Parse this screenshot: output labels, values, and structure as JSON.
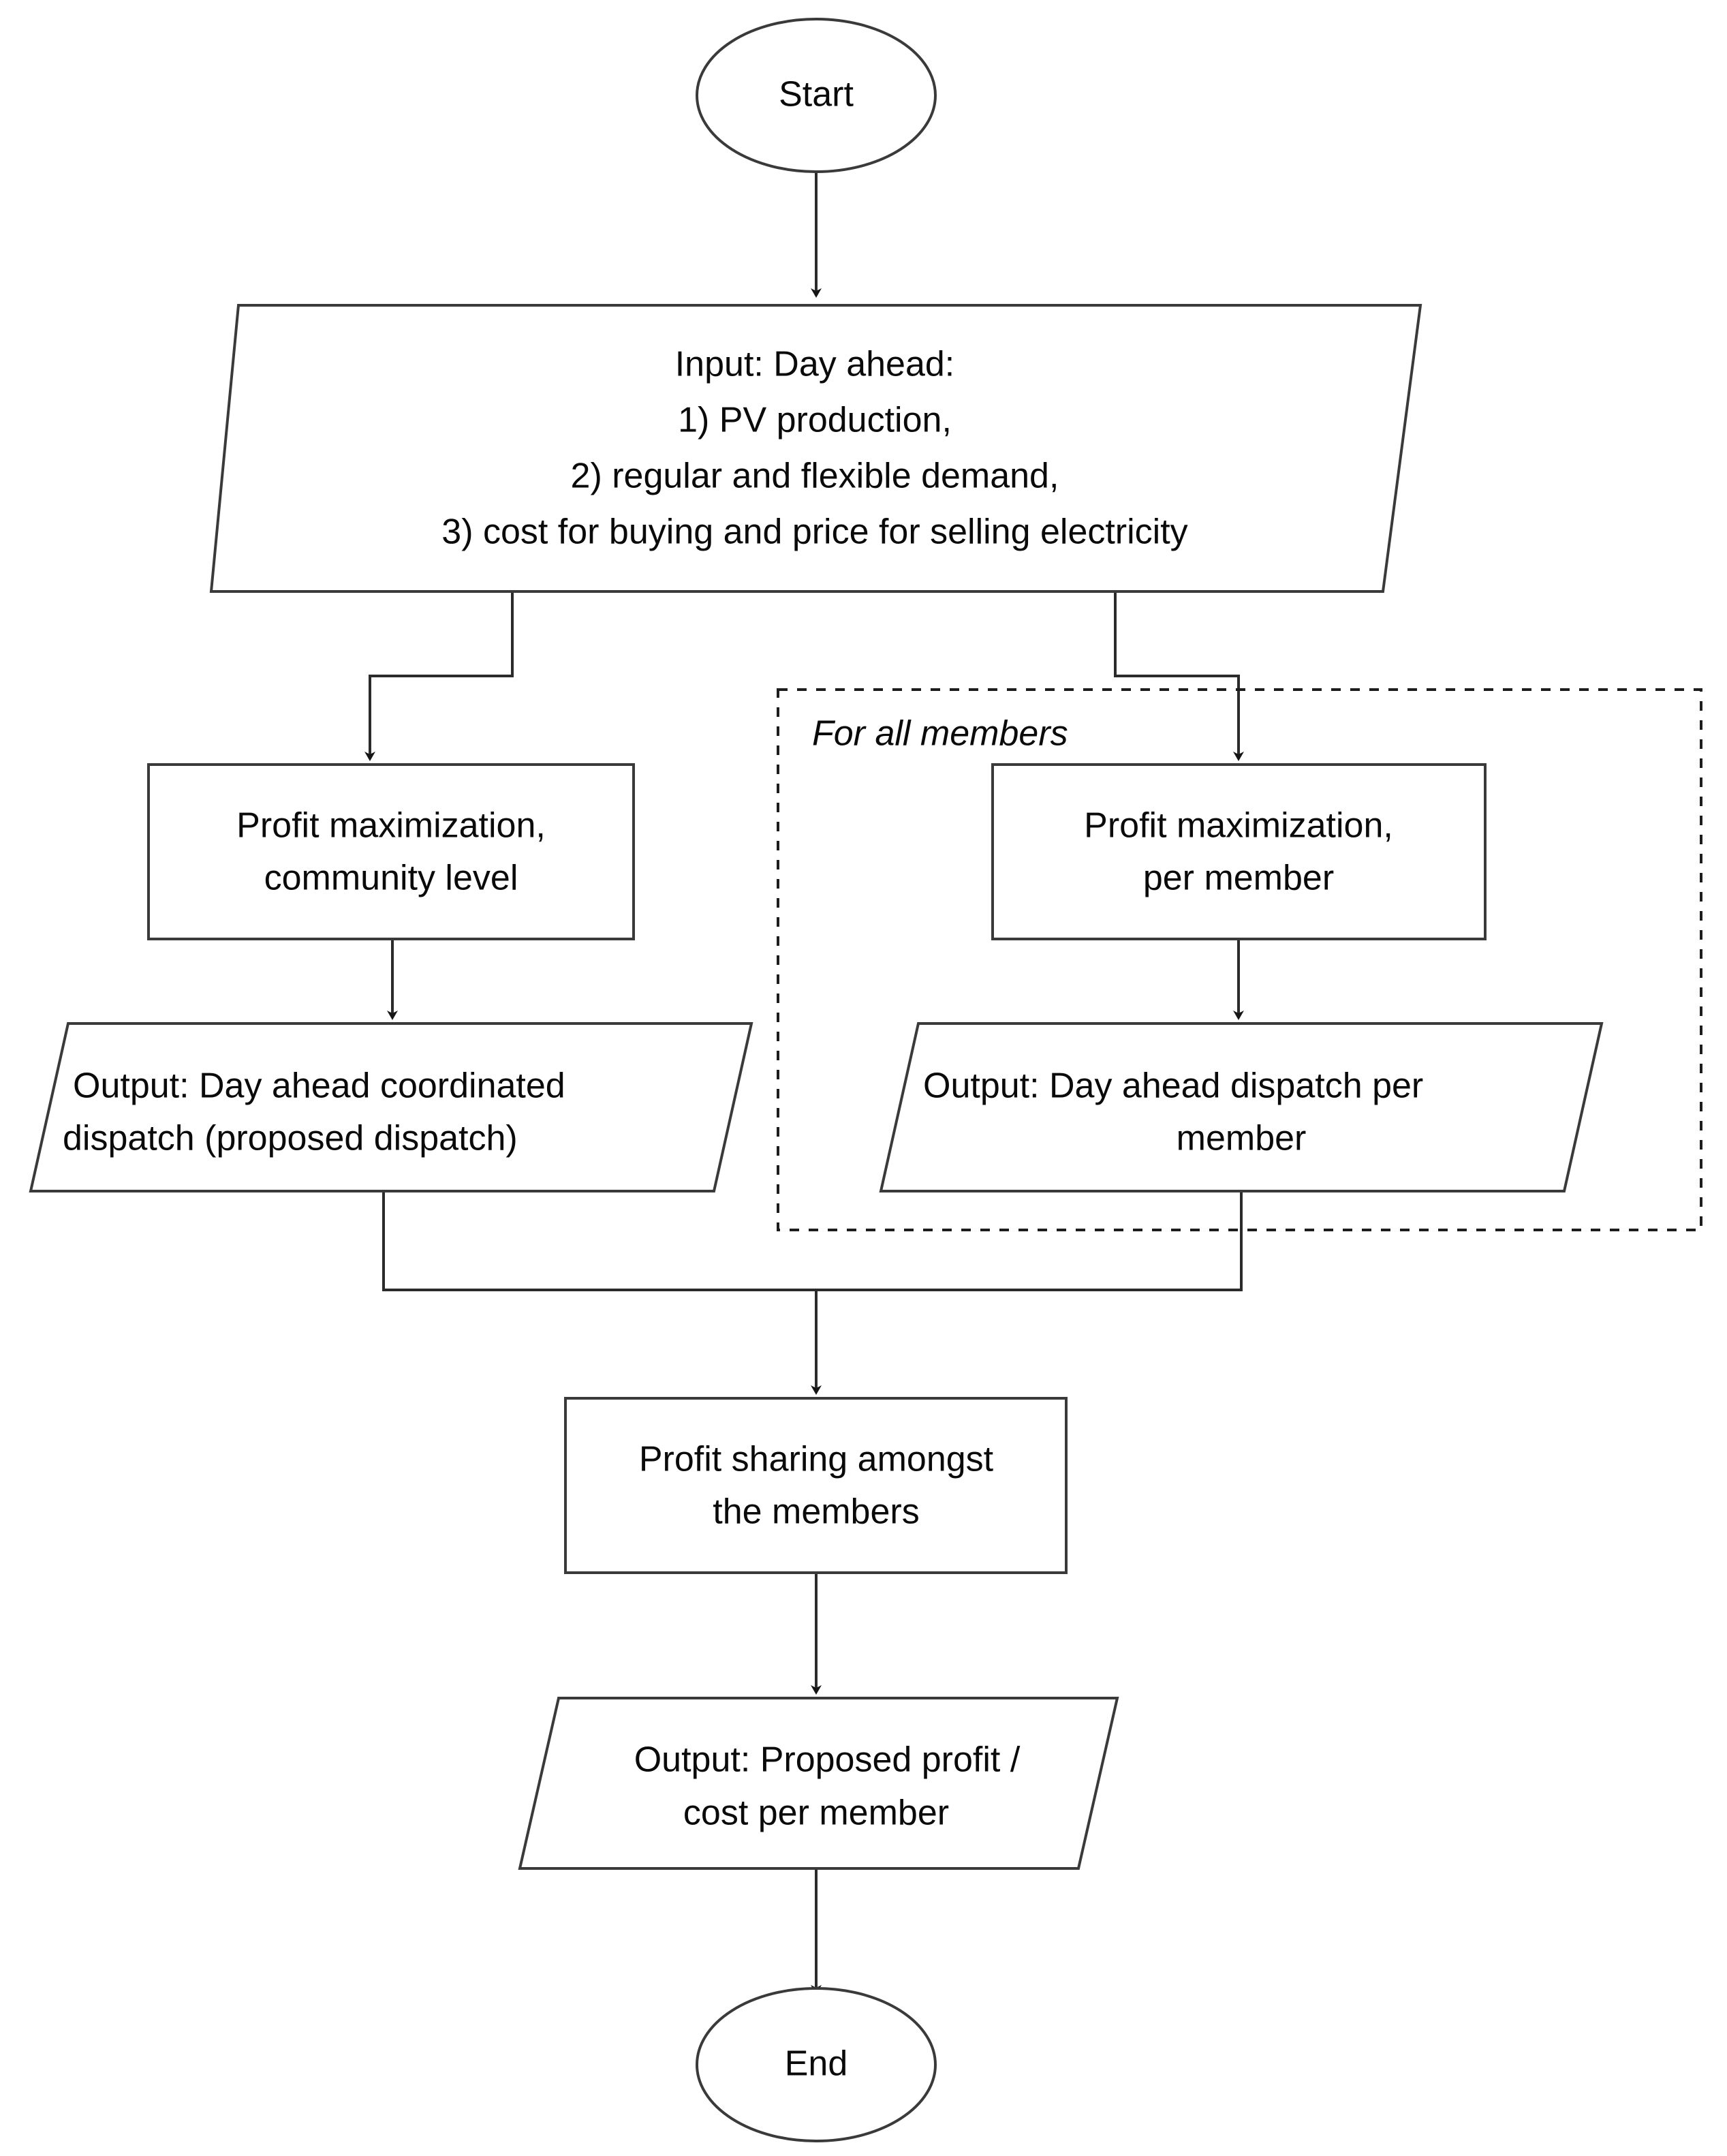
{
  "diagram": {
    "title": "Energy community day-ahead dispatch and profit sharing flowchart",
    "type": "flowchart",
    "background_color": "#ffffff",
    "stroke_color": "#3a3a3a",
    "text_color": "#0a0a0a",
    "group": {
      "label": "For all members",
      "style": "dashed-border"
    },
    "nodes": {
      "start": {
        "shape": "ellipse",
        "label": "Start"
      },
      "input": {
        "shape": "parallelogram",
        "lines": [
          "Input: Day ahead:",
          "1) PV production,",
          "2) regular and flexible demand,",
          "3) cost for buying and price for selling electricity"
        ]
      },
      "profit_max_community": {
        "shape": "rectangle",
        "lines": [
          "Profit maximization,",
          "community level"
        ]
      },
      "profit_max_member": {
        "shape": "rectangle",
        "lines": [
          "Profit maximization,",
          "per member"
        ]
      },
      "output_coordinated": {
        "shape": "parallelogram",
        "lines": [
          "Output: Day ahead coordinated",
          "dispatch (proposed dispatch)"
        ]
      },
      "output_per_member": {
        "shape": "parallelogram",
        "lines": [
          "Output: Day ahead dispatch per",
          "member"
        ]
      },
      "profit_sharing": {
        "shape": "rectangle",
        "lines": [
          "Profit sharing amongst",
          "the members"
        ]
      },
      "output_profit_cost": {
        "shape": "parallelogram",
        "lines": [
          "Output: Proposed profit /",
          "cost per member"
        ]
      },
      "end": {
        "shape": "ellipse",
        "label": "End"
      }
    }
  }
}
